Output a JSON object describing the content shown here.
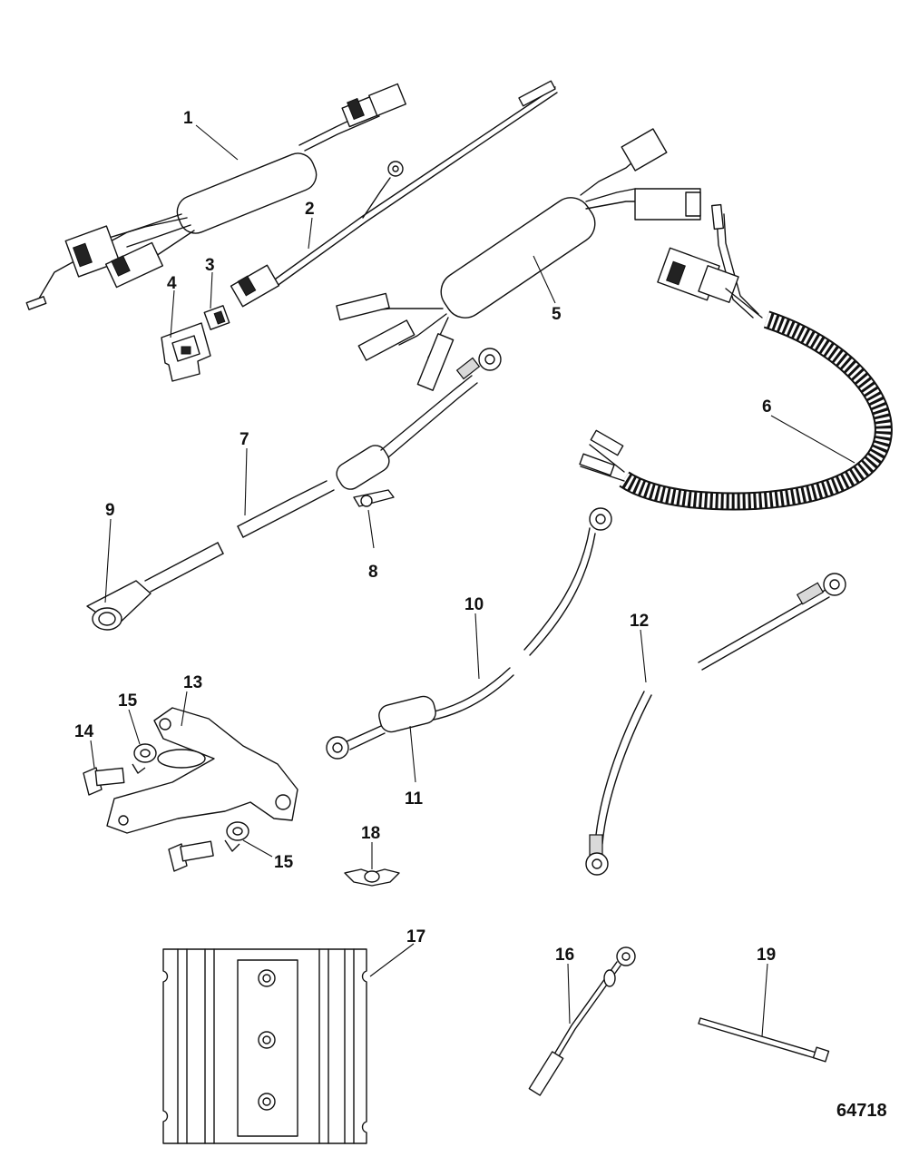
{
  "diagram": {
    "figure_number": "64718",
    "callouts": [
      {
        "id": "callout-1",
        "label": "1"
      },
      {
        "id": "callout-2",
        "label": "2"
      },
      {
        "id": "callout-3",
        "label": "3"
      },
      {
        "id": "callout-4",
        "label": "4"
      },
      {
        "id": "callout-5",
        "label": "5"
      },
      {
        "id": "callout-6",
        "label": "6"
      },
      {
        "id": "callout-7",
        "label": "7"
      },
      {
        "id": "callout-8",
        "label": "8"
      },
      {
        "id": "callout-9",
        "label": "9"
      },
      {
        "id": "callout-10",
        "label": "10"
      },
      {
        "id": "callout-11",
        "label": "11"
      },
      {
        "id": "callout-12",
        "label": "12"
      },
      {
        "id": "callout-13",
        "label": "13"
      },
      {
        "id": "callout-14",
        "label": "14"
      },
      {
        "id": "callout-15a",
        "label": "15"
      },
      {
        "id": "callout-15b",
        "label": "15"
      },
      {
        "id": "callout-16",
        "label": "16"
      },
      {
        "id": "callout-17",
        "label": "17"
      },
      {
        "id": "callout-18",
        "label": "18"
      },
      {
        "id": "callout-19",
        "label": "19"
      }
    ]
  }
}
